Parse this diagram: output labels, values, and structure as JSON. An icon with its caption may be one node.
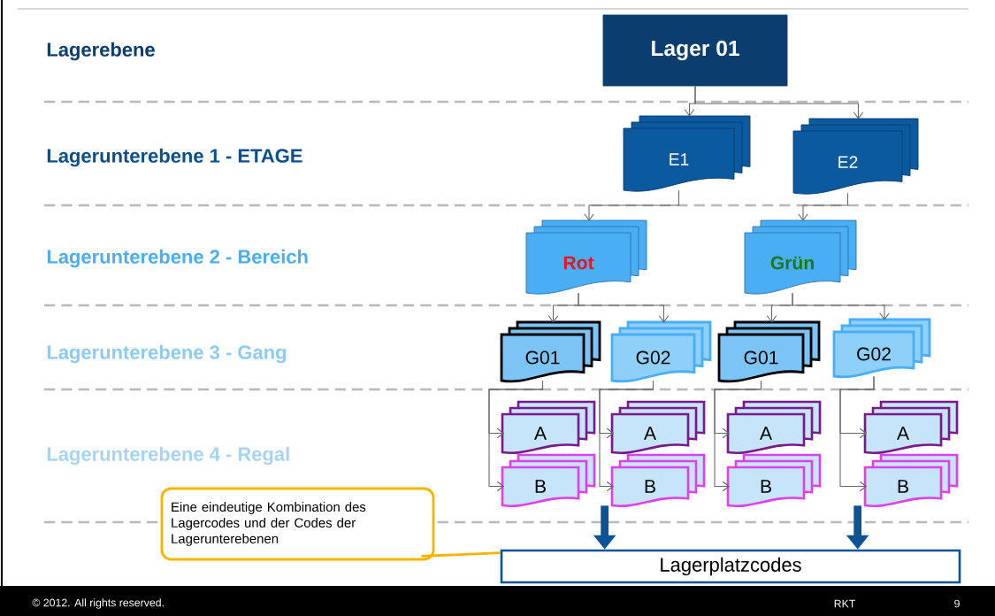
{
  "diagram": {
    "nodes": [
      {
        "text": [
          "Lager 01"
        ]
      },
      {
        "text": [
          "E1"
        ]
      },
      {
        "text": [
          "E2"
        ]
      },
      {
        "text": [
          "Rot"
        ]
      },
      {
        "text": [
          "Grün"
        ]
      },
      {
        "text": [
          "G01"
        ]
      },
      {
        "text": [
          "G02"
        ]
      },
      {
        "text": [
          "G01"
        ]
      },
      {
        "text": [
          "G02"
        ]
      },
      {
        "text": [
          "A"
        ]
      },
      {
        "text": [
          "B"
        ]
      },
      {
        "text": [
          "A"
        ]
      },
      {
        "text": [
          "B"
        ]
      },
      {
        "text": [
          "A"
        ]
      },
      {
        "text": [
          "B"
        ]
      },
      {
        "text": [
          "A"
        ]
      },
      {
        "text": [
          "B"
        ]
      },
      {
        "text": [
          "Lagerplatzcodes"
        ]
      },
      {
        "text": [
          "Eine eindeutige Kombination des Lagercodes und der Codes der Lagerunterebenen"
        ]
      }
    ],
    "edges": [
      {
        "from": 0,
        "to": 1,
        "arrow": "to"
      },
      {
        "from": 0,
        "to": 2,
        "arrow": "to"
      },
      {
        "from": 1,
        "to": 3,
        "arrow": "to"
      },
      {
        "from": 2,
        "to": 4,
        "arrow": "to"
      },
      {
        "from": 3,
        "to": 5,
        "arrow": "to"
      },
      {
        "from": 3,
        "to": 6,
        "arrow": "to"
      },
      {
        "from": 4,
        "to": 7,
        "arrow": "to"
      },
      {
        "from": 4,
        "to": 8,
        "arrow": "to"
      },
      {
        "from": 5,
        "to": 9,
        "arrow": "to"
      },
      {
        "from": 5,
        "to": 10,
        "arrow": "to"
      },
      {
        "from": 6,
        "to": 11,
        "arrow": "to"
      },
      {
        "from": 6,
        "to": 12,
        "arrow": "to"
      },
      {
        "from": 7,
        "to": 13,
        "arrow": "to"
      },
      {
        "from": 7,
        "to": 14,
        "arrow": "to"
      },
      {
        "from": 8,
        "to": 15,
        "arrow": "to"
      },
      {
        "from": 8,
        "to": 16,
        "arrow": "to"
      },
      {
        "from": 12,
        "to": 17,
        "arrow": "to",
        "style": "thick",
        "color": "#0b5394"
      },
      {
        "from": 16,
        "to": 17,
        "arrow": "to",
        "style": "thick",
        "color": "#0b5394"
      },
      {
        "from": 18,
        "to": 17,
        "arrow": "none",
        "style": "thick",
        "color": "#f5b400"
      }
    ],
    "labels": [
      "Lagerebene",
      "Lagerunterebene 1 - ETAGE",
      "Lagerunterebene 2 - Bereich",
      "Lagerunterebene 3 - Gang",
      "Lagerunterebene  4 - Regal",
      "© 2012. All rights reserved.",
      "RKT",
      "9"
    ]
  }
}
